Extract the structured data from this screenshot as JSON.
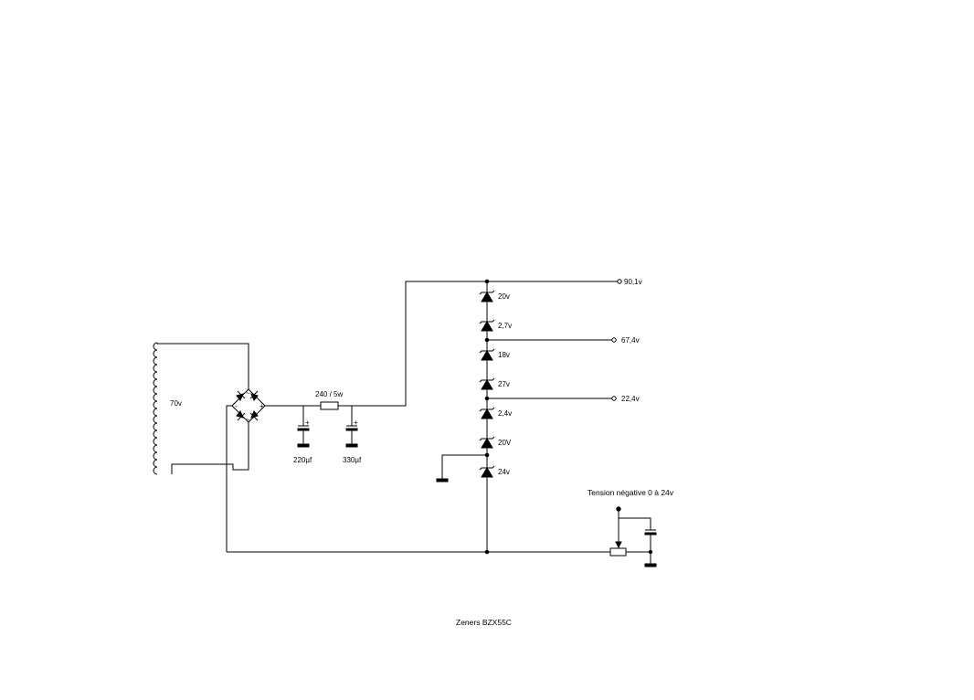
{
  "transformer": {
    "label": "70v"
  },
  "bridge": {
    "ac_top": "~",
    "ac_bottom": "~",
    "minus": "-",
    "plus": "+"
  },
  "resistor": {
    "label": "240 / 5w"
  },
  "capacitors": [
    {
      "label": "220µf",
      "polarity": "+"
    },
    {
      "label": "330µf",
      "polarity": "+"
    }
  ],
  "zeners": [
    {
      "label": "20v"
    },
    {
      "label": "2,7v"
    },
    {
      "label": "18v"
    },
    {
      "label": "27v"
    },
    {
      "label": "2,4v"
    },
    {
      "label": "20V"
    },
    {
      "label": "24v"
    }
  ],
  "outputs": [
    {
      "label": "90,1v"
    },
    {
      "label": "67,4v"
    },
    {
      "label": "22,4v"
    }
  ],
  "negative": {
    "label": "Tension négative  0 à  24v"
  },
  "footer": {
    "label": "Zeners BZX55C"
  }
}
